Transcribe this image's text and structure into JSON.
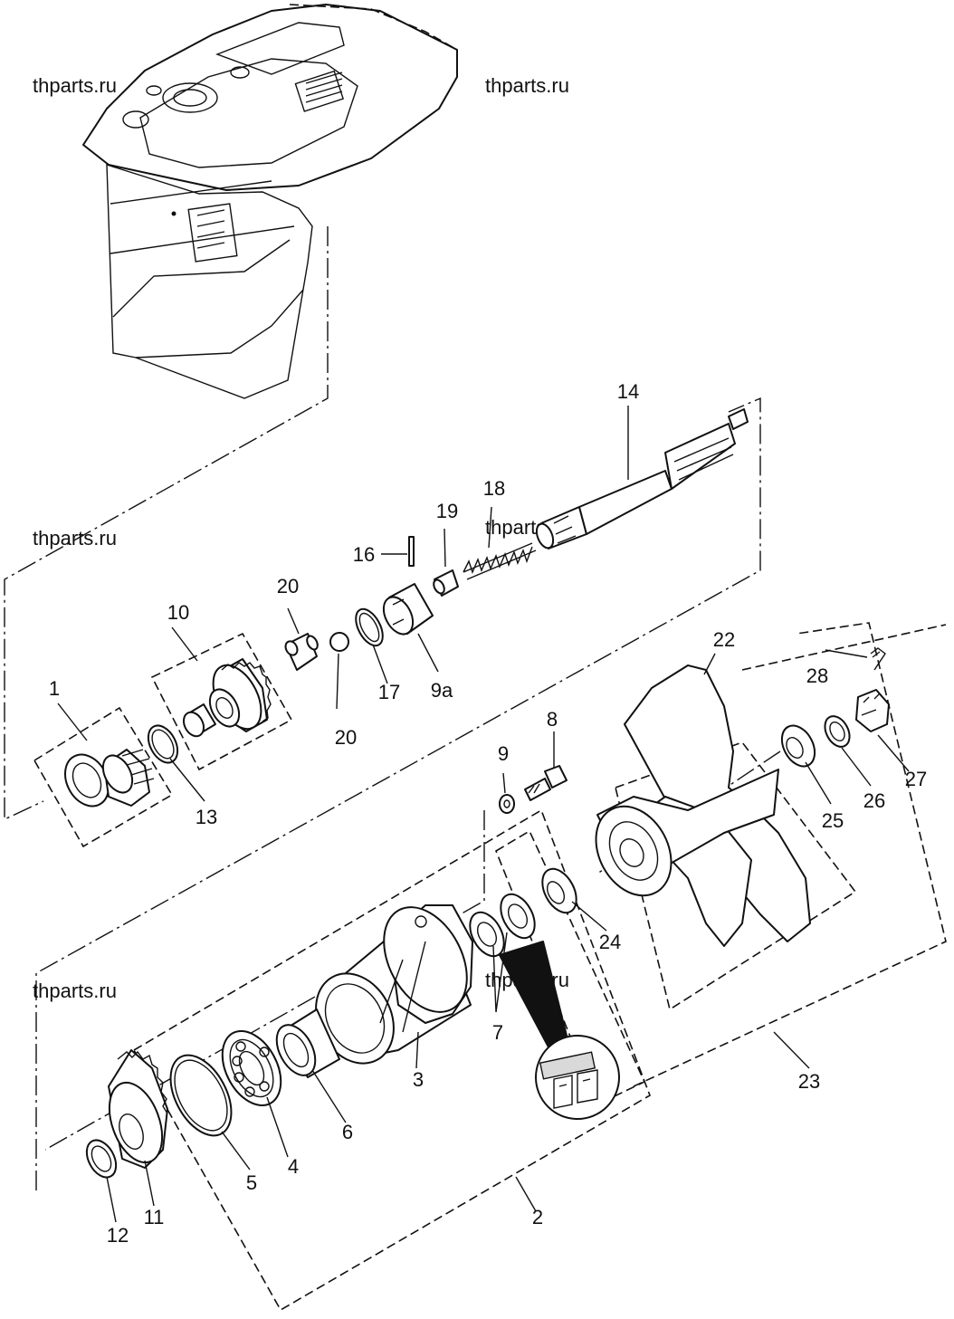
{
  "watermark": "thparts.ru",
  "callouts": {
    "c1": "1",
    "c2": "2",
    "c3": "3",
    "c4": "4",
    "c5": "5",
    "c6": "6",
    "c7": "7",
    "c8": "8",
    "c9": "9",
    "c9a": "9a",
    "c10": "10",
    "c11": "11",
    "c12": "12",
    "c13": "13",
    "c14": "14",
    "c16": "16",
    "c17": "17",
    "c18": "18",
    "c19": "19",
    "c20a": "20",
    "c20b": "20",
    "c22": "22",
    "c23": "23",
    "c24": "24",
    "c25": "25",
    "c26": "26",
    "c27": "27",
    "c28": "28"
  }
}
